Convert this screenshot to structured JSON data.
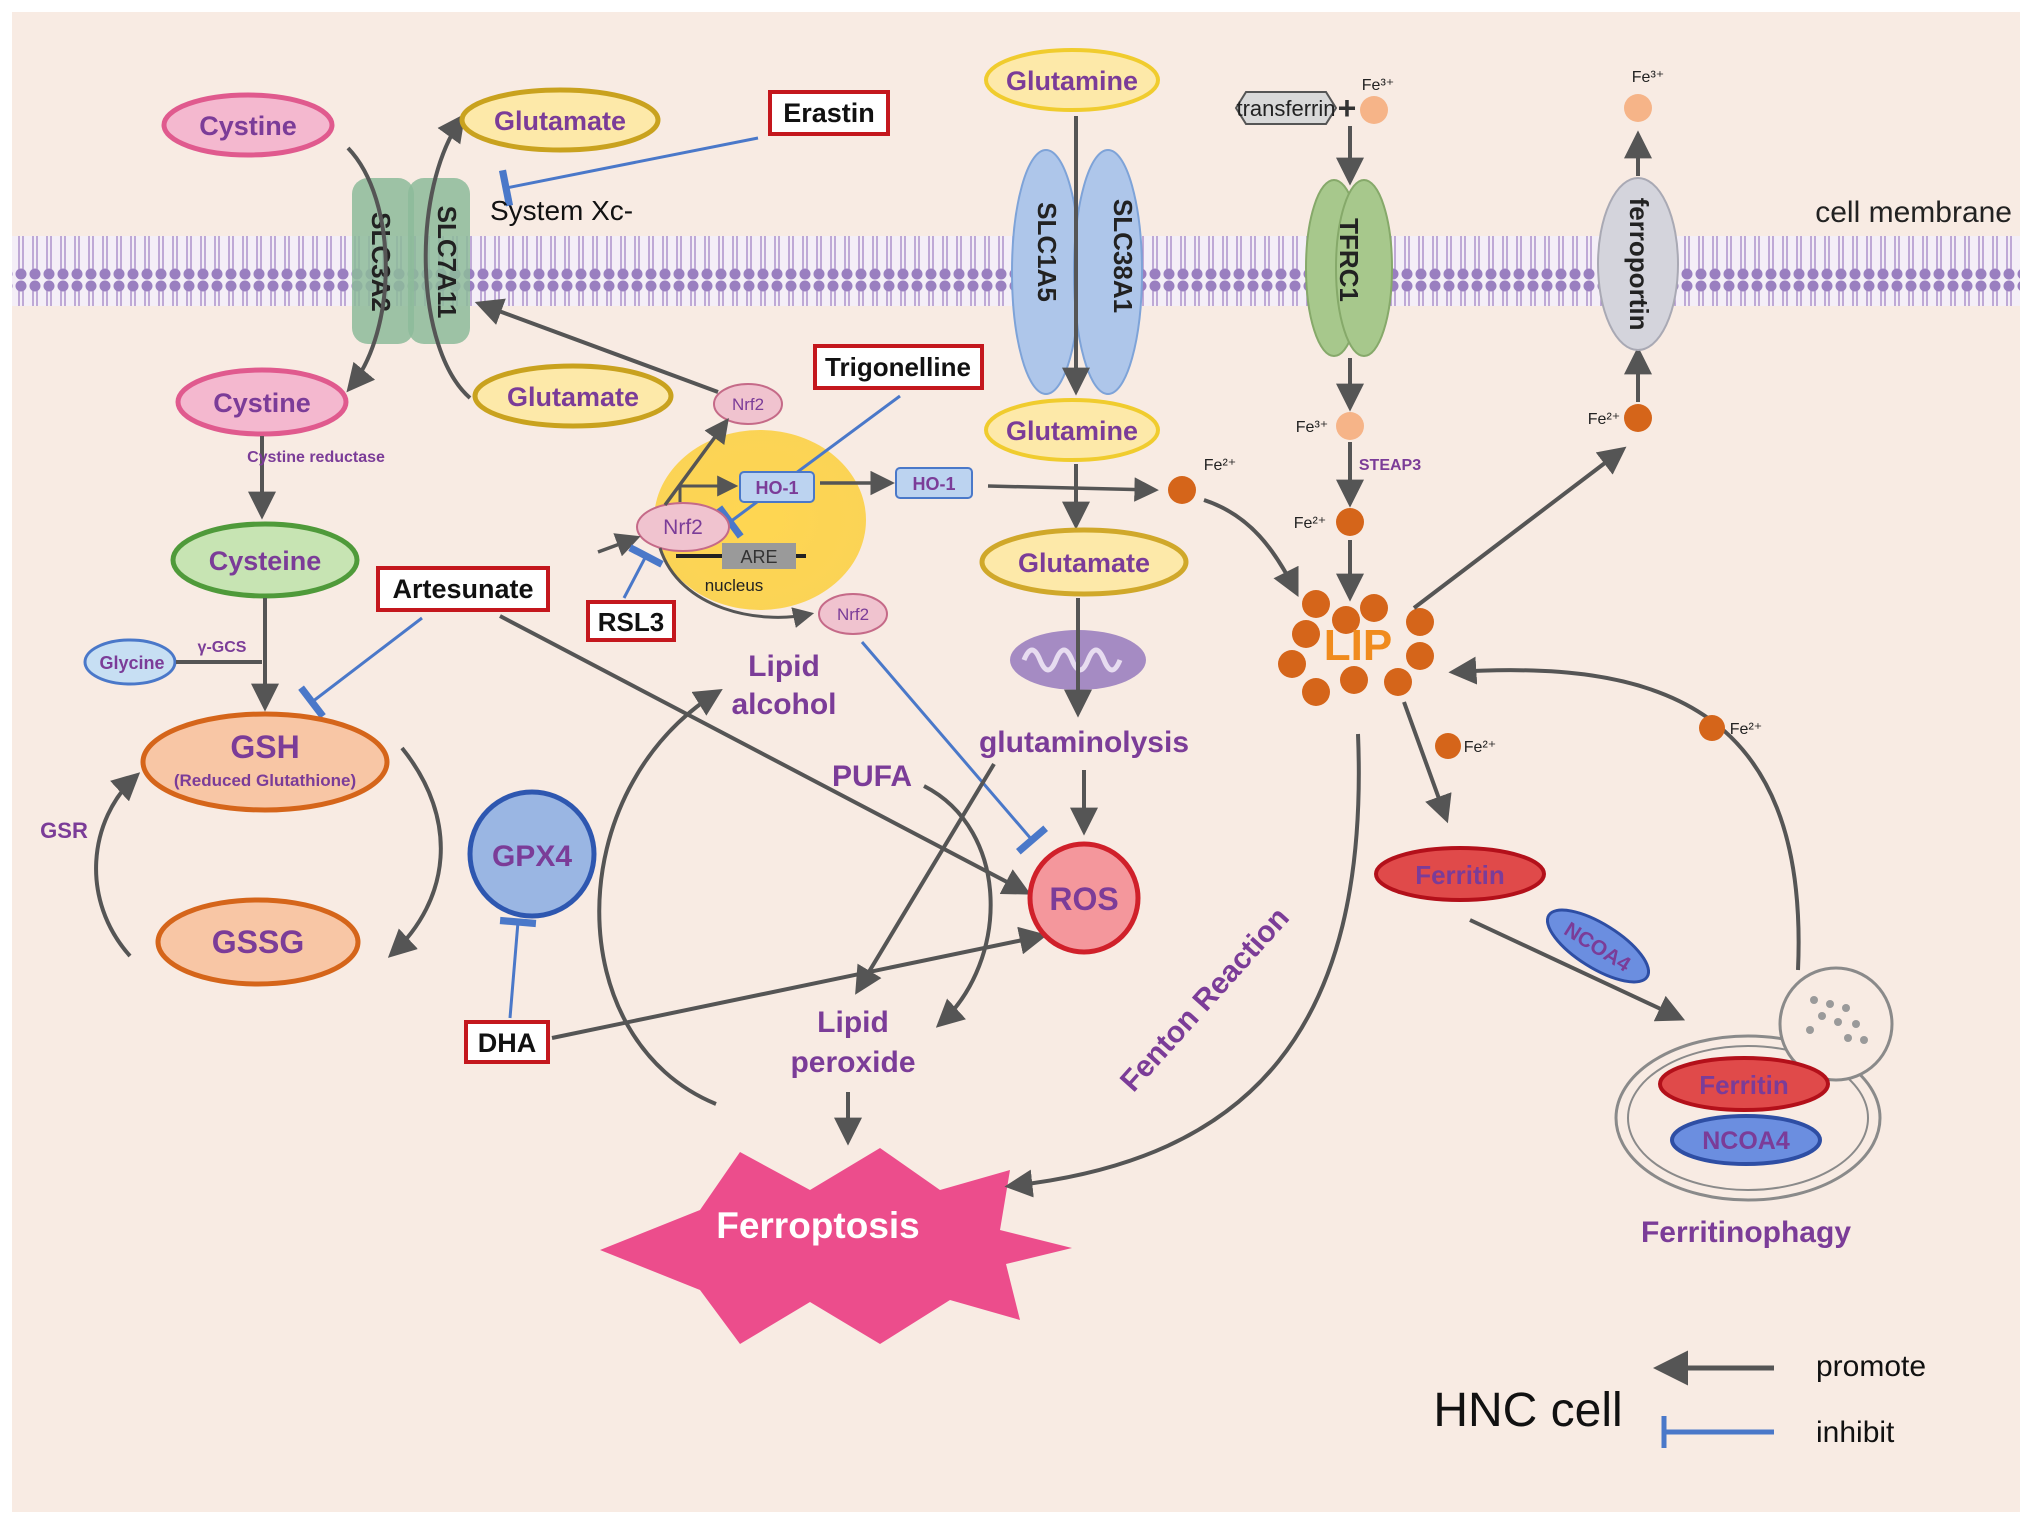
{
  "labels": {
    "cystine_out": "Cystine",
    "glutamate_out": "Glutamate",
    "erastin": "Erastin",
    "system_xc": "System Xc-",
    "slc3a2": "SLC3A2",
    "slc7a11": "SLC7A11",
    "cystine_in": "Cystine",
    "glutamate_in": "Glutamate",
    "cystine_reductase": "Cystine reductase",
    "cysteine": "Cysteine",
    "glycine": "Glycine",
    "gamma_gcs": "γ-GCS",
    "artesunate": "Artesunate",
    "gsh": "GSH",
    "gsh_full": "(Reduced Glutathione)",
    "gsr": "GSR",
    "gssg": "GSSG",
    "gpx4": "GPX4",
    "dha": "DHA",
    "trigonelline": "Trigonelline",
    "nrf2": "Nrf2",
    "ho1": "HO-1",
    "are": "ARE",
    "nucleus": "nucleus",
    "rsl3": "RSL3",
    "lipid_alcohol_1": "Lipid",
    "lipid_alcohol_2": "alcohol",
    "pufa": "PUFA",
    "lipid_peroxide_1": "Lipid",
    "lipid_peroxide_2": "peroxide",
    "ferroptosis": "Ferroptosis",
    "glutamine_out": "Glutamine",
    "slc1a5": "SLC1A5",
    "slc38a1": "SLC38A1",
    "glutamine_in": "Glutamine",
    "glutamate_mid": "Glutamate",
    "glutaminolysis": "glutaminolysis",
    "ros": "ROS",
    "transferrin": "transferrin",
    "fe3": "Fe³⁺",
    "fe2": "Fe²⁺",
    "tfrc1": "TFRC1",
    "steap3": "STEAP3",
    "lip": "LIP",
    "ferroportin": "ferroportin",
    "cell_membrane": "cell membrane",
    "ferritin": "Ferritin",
    "ncoa4": "NCOA4",
    "fenton": "Fenton Reaction",
    "ferritinophagy": "Ferritinophagy",
    "hnc_cell": "HNC cell",
    "legend_promote": "promote",
    "legend_inhibit": "inhibit"
  },
  "colors": {
    "background": "#f8ebe3",
    "membrane": "#9a7fc0",
    "promote_arrow": "#555555",
    "inhibit_line": "#4a78c9",
    "drug_box": "#c4171d",
    "text_purple": "#7b3c98",
    "iron": "#d5651a"
  }
}
